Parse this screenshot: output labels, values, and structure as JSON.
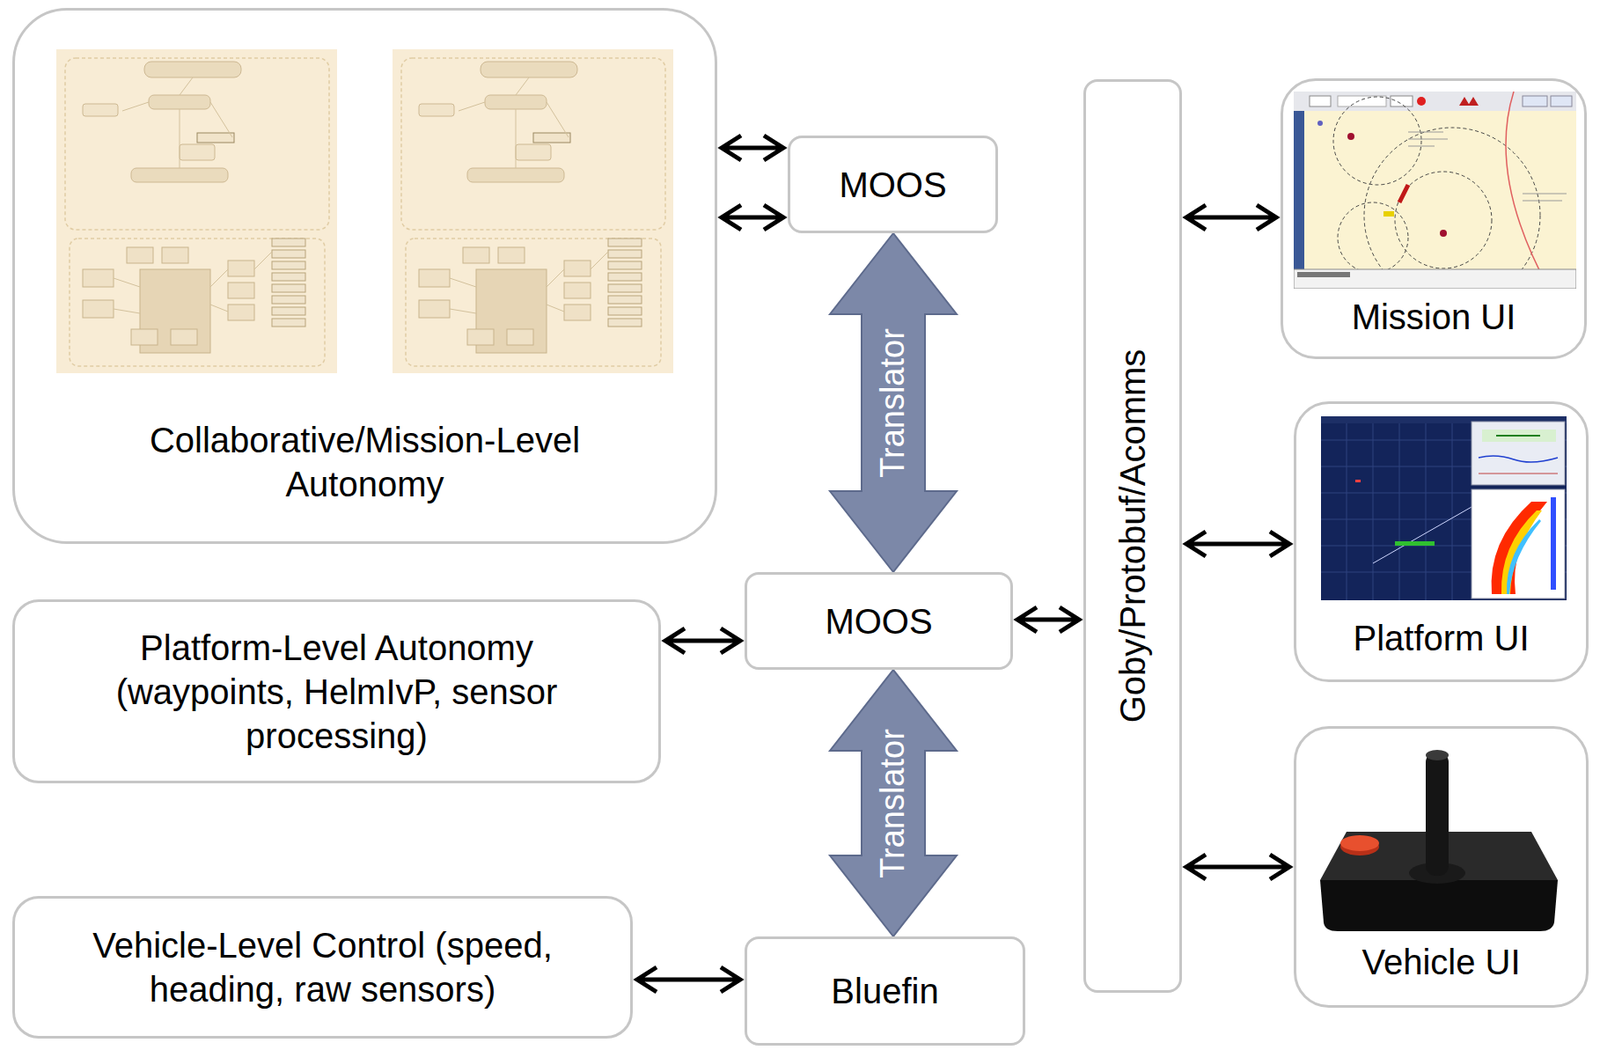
{
  "diagram": {
    "nodes": [
      {
        "text": [
          "Collaborative/Mission-Level Autonomy"
        ]
      },
      {
        "text": [
          "MOOS"
        ]
      },
      {
        "text": [
          "Goby/Protobuf/Acomms"
        ]
      },
      {
        "text": [
          "Mission UI"
        ]
      },
      {
        "text": [
          "Platform-Level Autonomy (waypoints, HelmIvP, sensor processing)"
        ]
      },
      {
        "text": [
          "MOOS"
        ]
      },
      {
        "text": [
          "Platform UI"
        ]
      },
      {
        "text": [
          "Vehicle-Level Control (speed, heading, raw sensors)"
        ]
      },
      {
        "text": [
          "Bluefin"
        ]
      },
      {
        "text": [
          "Vehicle UI"
        ]
      }
    ],
    "edges": [
      {
        "from": 0,
        "to": 1,
        "arrow": "both"
      },
      {
        "from": 0,
        "to": 1,
        "arrow": "both"
      },
      {
        "from": 1,
        "to": 5,
        "label": "Translator",
        "arrow": "both"
      },
      {
        "from": 4,
        "to": 5,
        "arrow": "both"
      },
      {
        "from": 5,
        "to": 2,
        "arrow": "both"
      },
      {
        "from": 5,
        "to": 8,
        "label": "Translator",
        "arrow": "both"
      },
      {
        "from": 7,
        "to": 8,
        "arrow": "both"
      },
      {
        "from": 2,
        "to": 3,
        "arrow": "both"
      },
      {
        "from": 2,
        "to": 6,
        "arrow": "both"
      },
      {
        "from": 2,
        "to": 9,
        "arrow": "both"
      }
    ]
  }
}
